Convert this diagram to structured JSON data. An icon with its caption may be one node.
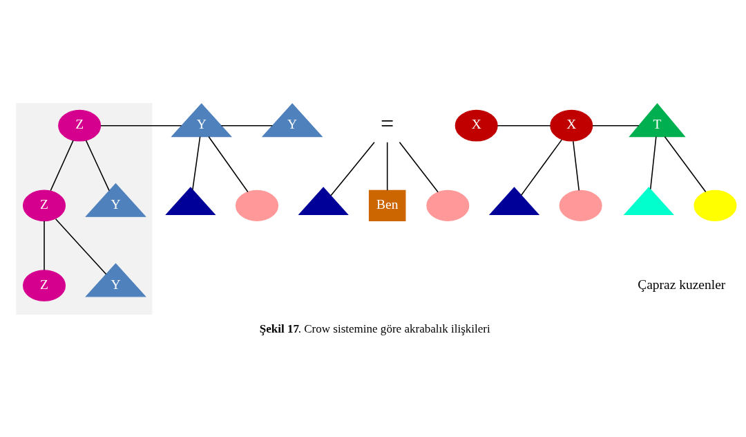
{
  "diagram": {
    "caption": "**Şekil 17**. Crow sistemine göre akrabalık ilişkileri",
    "nodes": [
      {
        "text": [],
        "shape": "band"
      },
      {
        "text": [
          "Z"
        ],
        "in": 0
      },
      {
        "text": [
          "Y"
        ]
      },
      {
        "text": [
          "Y"
        ]
      },
      {
        "text": [
          "="
        ]
      },
      {
        "text": [
          "X"
        ]
      },
      {
        "text": [
          "X"
        ]
      },
      {
        "text": [
          "T"
        ]
      },
      {
        "text": [
          "Z"
        ],
        "in": 0
      },
      {
        "text": [
          "Y"
        ],
        "in": 0
      },
      {
        "text": [],
        "shape": "triangle"
      },
      {
        "text": [],
        "shape": "circle"
      },
      {
        "text": [],
        "shape": "triangle"
      },
      {
        "text": [
          "Ben"
        ]
      },
      {
        "text": [],
        "shape": "circle"
      },
      {
        "text": [],
        "shape": "triangle"
      },
      {
        "text": [],
        "shape": "circle"
      },
      {
        "text": [],
        "shape": "triangle"
      },
      {
        "text": [],
        "shape": "circle"
      },
      {
        "text": [
          "Z"
        ],
        "in": 0
      },
      {
        "text": [
          "Y"
        ],
        "in": 0
      }
    ],
    "edges": [
      {
        "from": 1,
        "to": 2,
        "arrow": "none"
      },
      {
        "from": 2,
        "to": 3,
        "arrow": "none"
      },
      {
        "from": 5,
        "to": 6,
        "arrow": "none"
      },
      {
        "from": 6,
        "to": 7,
        "arrow": "none"
      },
      {
        "from": 1,
        "to": 8,
        "arrow": "none"
      },
      {
        "from": 1,
        "to": 9,
        "arrow": "none"
      },
      {
        "from": 2,
        "to": 10,
        "arrow": "none"
      },
      {
        "from": 2,
        "to": 11,
        "arrow": "none"
      },
      {
        "from": 4,
        "to": 12,
        "arrow": "none"
      },
      {
        "from": 4,
        "to": 13,
        "arrow": "none"
      },
      {
        "from": 4,
        "to": 14,
        "arrow": "none"
      },
      {
        "from": 6,
        "to": 15,
        "arrow": "none"
      },
      {
        "from": 6,
        "to": 16,
        "arrow": "none"
      },
      {
        "from": 7,
        "to": 17,
        "arrow": "none"
      },
      {
        "from": 7,
        "to": 18,
        "arrow": "none"
      },
      {
        "from": 8,
        "to": 19,
        "arrow": "none"
      },
      {
        "from": 8,
        "to": 20,
        "arrow": "none"
      }
    ],
    "labels": [
      "Çapraz kuzenler"
    ]
  }
}
